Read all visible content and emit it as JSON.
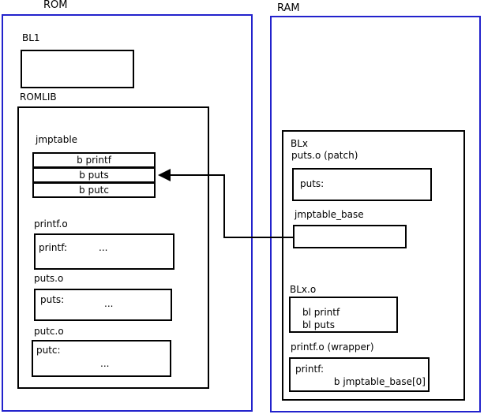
{
  "rom": {
    "label": "ROM",
    "bl1": {
      "label": "BL1"
    },
    "romlib": {
      "label": "ROMLIB",
      "jmptable": {
        "label": "jmptable",
        "entries": [
          "b printf",
          "b puts",
          "b putc"
        ]
      },
      "printf_o": {
        "label": "printf.o",
        "symbol": "printf:",
        "body": "..."
      },
      "puts_o": {
        "label": "puts.o",
        "symbol": "puts:",
        "body": "..."
      },
      "putc_o": {
        "label": "putc.o",
        "symbol": "putc:",
        "body": "..."
      }
    }
  },
  "ram": {
    "label": "RAM",
    "blx": {
      "label": "BLx",
      "puts_patch": {
        "label": "puts.o (patch)",
        "symbol": "puts:"
      },
      "jmptable_base": {
        "label": "jmptable_base"
      },
      "blx_o": {
        "label": "BLx.o",
        "instructions": [
          "bl printf",
          "bl puts"
        ]
      },
      "printf_wrapper": {
        "label": "printf.o (wrapper)",
        "symbol": "printf:",
        "instruction": "b jmptable_base[0]"
      }
    }
  },
  "arrow": {
    "meaning": "jmptable_base points to b puts entry of ROM jmptable"
  },
  "colors": {
    "region_border": "#2222cc",
    "box_border": "#000000",
    "background": "#ffffff",
    "text": "#000000"
  }
}
